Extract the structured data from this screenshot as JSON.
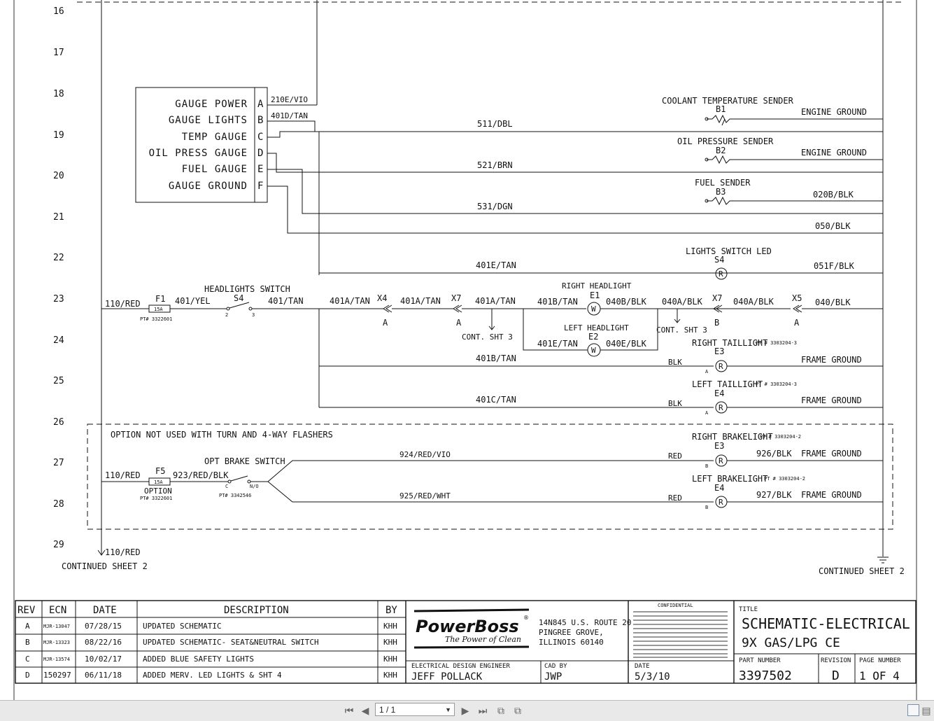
{
  "row_numbers": [
    "16",
    "17",
    "18",
    "19",
    "20",
    "21",
    "22",
    "23",
    "24",
    "25",
    "26",
    "27",
    "28",
    "29"
  ],
  "gauge_block": {
    "labels": [
      "GAUGE POWER",
      "GAUGE LIGHTS",
      "TEMP GAUGE",
      "OIL PRESS GAUGE",
      "FUEL GAUGE",
      "GAUGE GROUND"
    ],
    "pins": [
      "A",
      "B",
      "C",
      "D",
      "E",
      "F"
    ],
    "pin_wires": [
      "210E/VIO",
      "401D/TAN"
    ]
  },
  "wires": {
    "w511": "511/DBL",
    "w521": "521/BRN",
    "w531": "531/DGN",
    "w401E": "401E/TAN",
    "w401A1": "401A/TAN",
    "w401A2": "401A/TAN",
    "w401A3": "401A/TAN",
    "w401B": "401B/TAN",
    "w401E2": "401E/TAN",
    "w040B": "040B/BLK",
    "w040E": "040E/BLK",
    "w040A1": "040A/BLK",
    "w040A2": "040A/BLK",
    "w040": "040/BLK",
    "w401B2": "401B/TAN",
    "w401C": "401C/TAN",
    "w110a": "110/RED",
    "w401yel": "401/YEL",
    "w401tan": "401/TAN",
    "w110b": "110/RED",
    "w923": "923/RED/BLK",
    "w924": "924/RED/VIO",
    "w925": "925/RED/WHT",
    "w110c": "110/RED",
    "w020B": "020B/BLK",
    "w050": "050/BLK",
    "w051F": "051F/BLK",
    "blk1": "BLK",
    "blk2": "BLK",
    "red1": "RED",
    "red2": "RED",
    "w926": "926/BLK",
    "w927": "927/BLK"
  },
  "components": {
    "coolant": "COOLANT TEMPERATURE SENDER",
    "b1": "B1",
    "oil": "OIL PRESSURE SENDER",
    "b2": "B2",
    "fuel": "FUEL SENDER",
    "b3": "B3",
    "eng_gnd1": "ENGINE GROUND",
    "eng_gnd2": "ENGINE GROUND",
    "lights_led": "LIGHTS SWITCH LED",
    "s4a": "S4",
    "headlights_switch": "HEADLIGHTS SWITCH",
    "s4b": "S4",
    "f1": "F1",
    "f1_rating": "15A",
    "f1_part": "PT# 3322601",
    "sw_pin2": "2",
    "sw_pin3": "3",
    "x4": "X4",
    "x4_pin": "A",
    "x7a": "X7",
    "x7a_pin": "A",
    "x7b": "X7",
    "x7b_pin": "B",
    "x5": "X5",
    "x5_pin": "A",
    "cont_sht3a": "CONT. SHT 3",
    "cont_sht3b": "CONT. SHT 3",
    "right_headlight": "RIGHT HEADLIGHT",
    "e1": "E1",
    "left_headlight": "LEFT HEADLIGHT",
    "e2": "E2",
    "right_taillight": "RIGHT TAILLIGHT",
    "e3": "E3",
    "e3_part": "PT # 3303204-3",
    "left_taillight": "LEFT TAILLIGHT",
    "e4": "E4",
    "e4_part": "PT # 3303204-3",
    "frame_gnd1": "FRAME GROUND",
    "frame_gnd2": "FRAME GROUND",
    "frame_gnd3": "FRAME GROUND",
    "frame_gnd4": "FRAME GROUND",
    "option_note": "OPTION NOT USED WITH TURN AND 4-WAY FLASHERS",
    "f5": "F5",
    "f5_rating": "15A",
    "f5_option": "OPTION",
    "f5_part": "PT# 3322601",
    "brake_switch": "OPT BRAKE SWITCH",
    "brake_part": "PT# 3342546",
    "c_pin": "C",
    "no_pin": "N/O",
    "right_brake": "RIGHT BRAKELIGHT",
    "e3b": "E3",
    "e3b_part": "PT # 3303204-2",
    "left_brake": "LEFT BRAKELIGHT",
    "e4b": "E4",
    "e4b_part": "PT # 3303204-2",
    "cont2_left": "CONTINUED SHEET 2",
    "cont2_right": "CONTINUED SHEET 2",
    "pin_a1": "A",
    "pin_a2": "A",
    "pin_b1": "B",
    "pin_b2": "B"
  },
  "lamp_letters": {
    "r": "R",
    "w": "W"
  },
  "revision_table": {
    "headers": [
      "REV",
      "ECN",
      "DATE",
      "DESCRIPTION",
      "BY"
    ],
    "rows": [
      [
        "A",
        "MJR-13047",
        "07/28/15",
        "UPDATED SCHEMATIC",
        "KHH"
      ],
      [
        "B",
        "MJR-13323",
        "08/22/16",
        "UPDATED SCHEMATIC- SEAT&NEUTRAL SWITCH",
        "KHH"
      ],
      [
        "C",
        "MJR-13574",
        "10/02/17",
        "ADDED BLUE SAFETY LIGHTS",
        "KHH"
      ],
      [
        "D",
        "150297",
        "06/11/18",
        "ADDED MERV. LED LIGHTS & SHT 4",
        "KHH"
      ]
    ]
  },
  "title_block": {
    "logo": "PowerBoss",
    "logo_reg": "®",
    "tagline": "The Power of Clean",
    "address": [
      "14N845 U.S. ROUTE 20",
      "PINGREE GROVE,",
      "ILLINOIS 60140"
    ],
    "confidential": "CONFIDENTIAL",
    "design_engineer_label": "ELECTRICAL DESIGN ENGINEER",
    "design_engineer": "JEFF POLLACK",
    "cad_label": "CAD BY",
    "cad": "JWP",
    "date_label": "DATE",
    "date": "5/3/10",
    "title_label": "TITLE",
    "title_line1": "SCHEMATIC-ELECTRICAL",
    "title_line2": "9X GAS/LPG CE",
    "part_label": "PART NUMBER",
    "part": "3397502",
    "rev_label": "REVISION",
    "rev": "D",
    "page_label": "PAGE NUMBER",
    "page": "1 OF 4"
  },
  "viewer": {
    "page_value": "1 / 1"
  }
}
